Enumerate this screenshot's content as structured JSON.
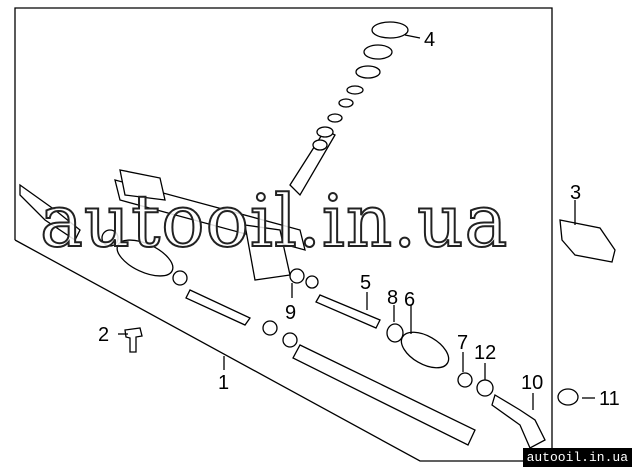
{
  "diagram": {
    "callouts": [
      "1",
      "2",
      "3",
      "4",
      "5",
      "6",
      "7",
      "8",
      "9",
      "10",
      "11",
      "12"
    ],
    "watermark": "autooil.in.ua",
    "footer_watermark": "autooil.in.ua"
  }
}
